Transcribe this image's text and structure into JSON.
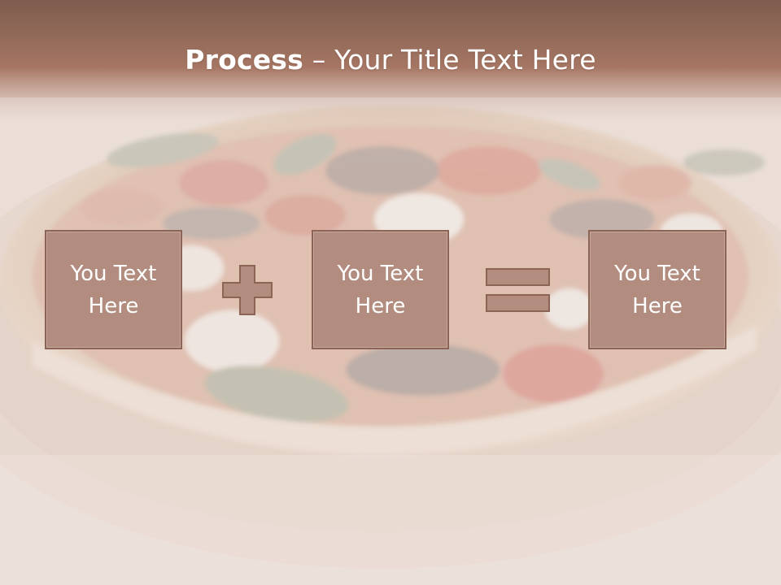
{
  "title": {
    "bold": "Process",
    "separator": " – ",
    "rest": "Your Title Text Here"
  },
  "boxes": [
    {
      "line1": "You Text",
      "line2": "Here"
    },
    {
      "line1": "You Text",
      "line2": "Here"
    },
    {
      "line1": "You Text",
      "line2": "Here"
    }
  ],
  "operators": {
    "first": "plus-icon",
    "second": "equals-icon"
  },
  "colors": {
    "box_fill": "#b28d7f",
    "box_border": "#8c6455",
    "operator_fill": "#b28d7f",
    "header_band": "#a57663",
    "text": "#ffffff"
  }
}
